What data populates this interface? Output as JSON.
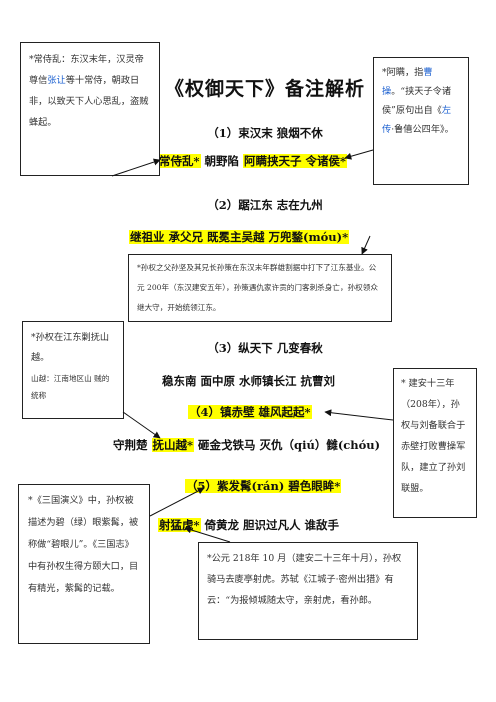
{
  "title": "《权御天下》备注解析",
  "sections": [
    {
      "heading": "（1）束汉末 狼烟不休"
    },
    {
      "heading": "（2）踞江东 志在九州"
    },
    {
      "heading": "（3）纵天下 几变春秋"
    },
    {
      "heading": "（4）镇赤壁 雄风起起*"
    },
    {
      "heading": "（5）紫发髯(rán)   碧色眼眸*"
    }
  ],
  "lines": {
    "l1a": "常侍乱*",
    "l1b": "朝野陷",
    "l1c": "阿瞒挟天子 令诸侯*",
    "l2": "继祖业 承父兄 既冕主吴越 万兜鍪(móu)*",
    "l3": "稳东南 面中原 水师镇长江 抗曹刘",
    "l4a": "守荆楚",
    "l4b": "抚山越*",
    "l4c": "砸金戈铁马 灭仇（qiú）雠(chóu)",
    "l5a": "射猛虎*",
    "l5b": "倚黄龙 胆识过凡人 谁敌手"
  },
  "notes": {
    "n1_a": "*常侍乱：东汉末年，汉灵帝尊信",
    "n1_blue": "张让",
    "n1_b": "等十常侍，朝政日非，以致天下人心思乱，盗贼蜂起。",
    "n2_a": "*阿瞒，指",
    "n2_blue1": "曹操",
    "n2_b": "。“挟天子令诸侯”原句出自《",
    "n2_blue2": "左传",
    "n2_c": "·鲁僖公四年》。",
    "n3": "*孙权之父孙坚及其兄长孙策在东汉末年群雄割据中打下了江东基业。公元 200年（东汉建安五年），孙策遇仇家许贡的门客刺杀身亡，孙权领众继大守，开始统领江东。",
    "n4_a": "*孙权在江东剿抚山越。",
    "n4_b": "山越：江南地区山 贼的统称",
    "n5": "* 建安十三年（208年），孙权与刘备联合于赤壁打败曹操军队，建立了孙刘联盟。",
    "n6": "*《三国演义》中，孙权被描述为碧（绿）眼紫髯，被称做“碧眼儿”。《三国志》中有孙权生得方颐大口，目有精光，紫髯的记载。",
    "n7": "*公元 218年 10 月（建安二十三年十月），孙权骑马去庱亭射虎。苏轼《江城子·密州出猎》有云：“为报倾城随太守，亲射虎，看孙郎。"
  }
}
